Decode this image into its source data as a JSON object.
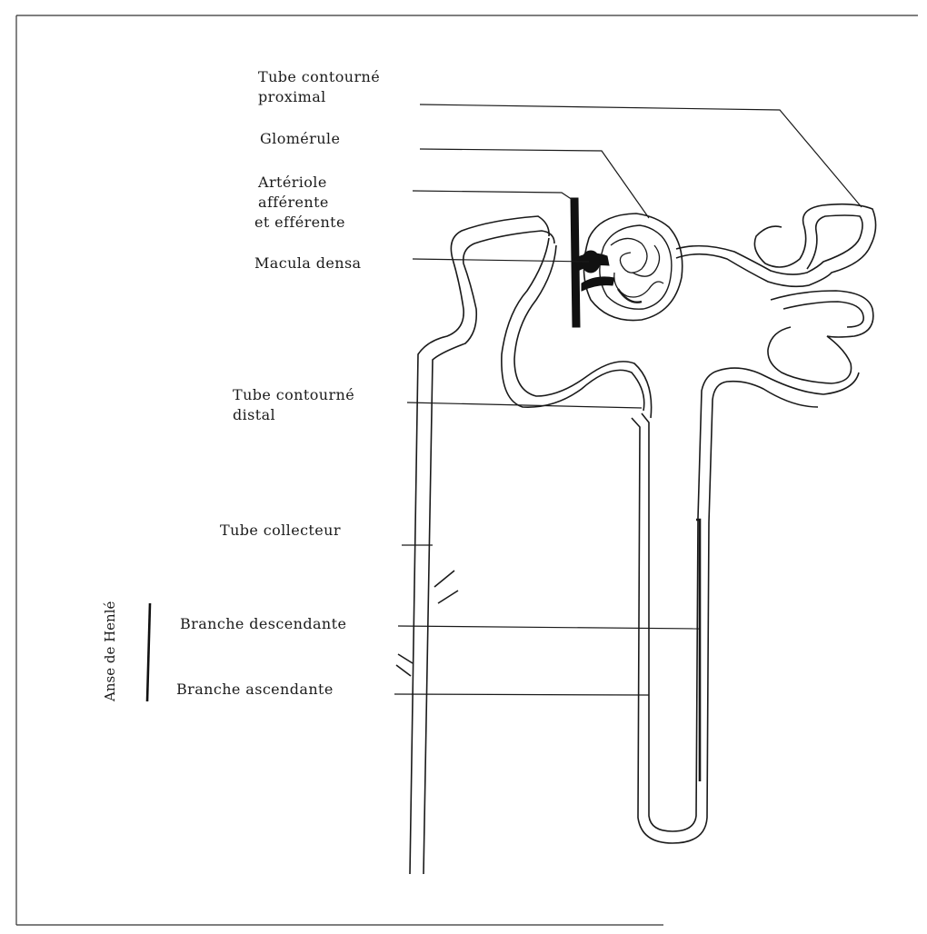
{
  "labels": {
    "tube_proximal_line1": "Tube contourné",
    "tube_proximal_line2": "proximal",
    "glomerule": "Glomérule",
    "arteriole_line1": "Artériole",
    "arteriole_line2": "afférente",
    "arteriole_line3": "et efférente",
    "macula_densa": "Macula densa",
    "tube_distal_line1": "Tube contourné",
    "tube_distal_line2": "distal",
    "tube_collecteur": "Tube collecteur",
    "branche_descendante": "Branche descendante",
    "branche_ascendante": "Branche ascendante",
    "anse_de_henle": "Anse de Henlé"
  }
}
